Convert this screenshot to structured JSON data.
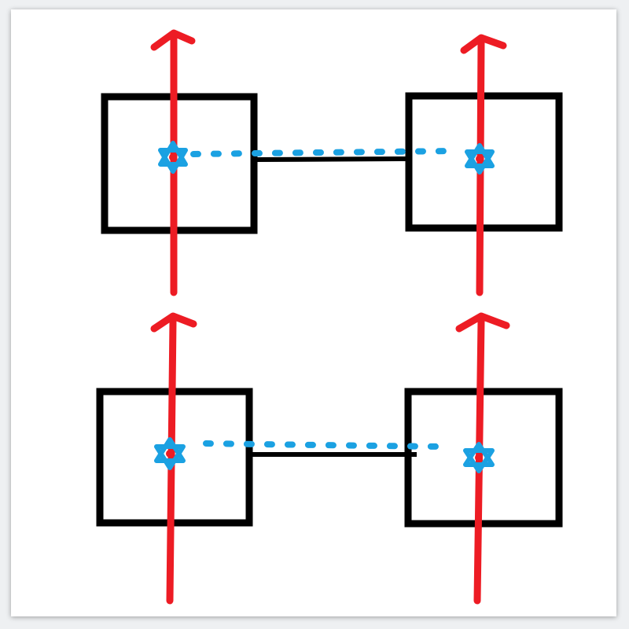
{
  "diagram": {
    "colors": {
      "background": "#ffffff",
      "box_stroke": "#000000",
      "connector": "#000000",
      "arrow": "#ed1c24",
      "star": "#1ba1e2",
      "center_dot": "#ed1c24"
    },
    "groups": [
      {
        "name": "top",
        "boxes": [
          "left",
          "right"
        ],
        "link_style": "solid-line-with-dotted-overlay"
      },
      {
        "name": "bottom",
        "boxes": [
          "left",
          "right"
        ],
        "link_style": "solid-line-with-dotted-overlay"
      }
    ],
    "arrow_direction": "up",
    "marker_icon": "star-of-david-icon"
  }
}
